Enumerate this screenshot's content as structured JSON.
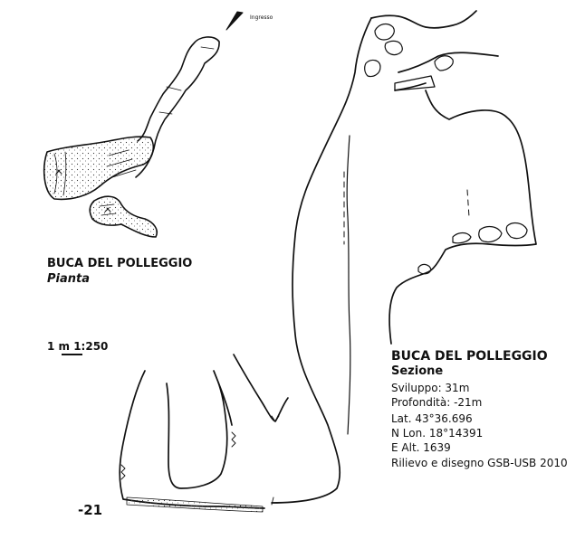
{
  "plan": {
    "title": "BUCA DEL POLLEGGIO",
    "subtitle": "Pianta",
    "scale": "1 m 1:250",
    "entrance_label": "Ingresso"
  },
  "section": {
    "title": "BUCA DEL POLLEGGIO",
    "subtitle": "Sezione",
    "sviluppo": "Sviluppo: 31m",
    "profondita": "Profondità: -21m",
    "lat": "Lat. 43°36.696",
    "lon": "N   Lon. 18°14391",
    "alt": "E   Alt. 1639",
    "credits": "Rilievo e disegno GSB-USB 2010"
  },
  "depth_marker": "-21",
  "colors": {
    "ink": "#111111",
    "background": "#ffffff"
  }
}
